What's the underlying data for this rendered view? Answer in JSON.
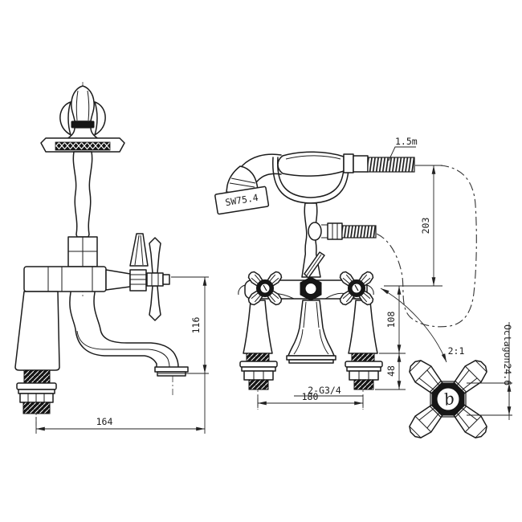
{
  "drawing": {
    "background": "#ffffff",
    "line_color": "#1c1c1c",
    "side_view": {
      "name": "bath mixer side elevation",
      "dims": {
        "height_to_spout": "116",
        "spout_reach": "164"
      }
    },
    "front_view": {
      "name": "bath shower mixer front elevation",
      "labels": {
        "hose_length": "1.5m",
        "shower_head_width": "SW75.4",
        "thread_spec": "2-G3/4"
      },
      "dims": {
        "hose_drop": "203",
        "handle_to_deck": "108",
        "tail_length": "48",
        "tap_centres": "180"
      }
    },
    "detail_view": {
      "scale_label": "2:1",
      "dims": {
        "handle_across_flats": "Octagon24.6"
      },
      "monogram": "b"
    }
  }
}
